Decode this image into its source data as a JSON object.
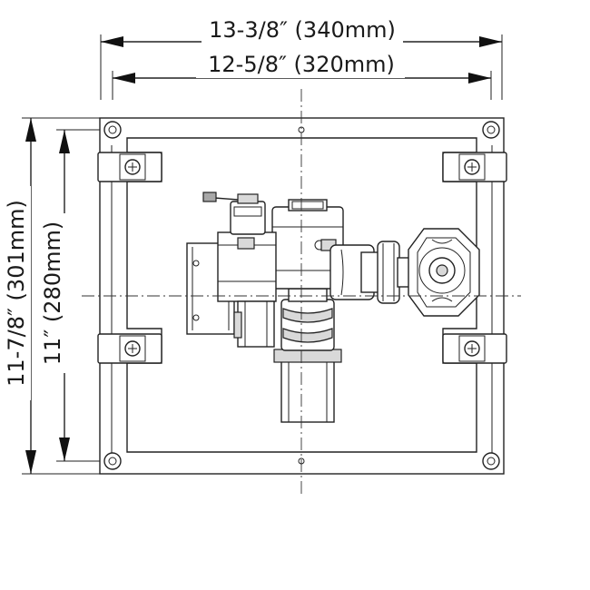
{
  "dimensions": {
    "outer_width": "13-3/8″ (340mm)",
    "inner_width": "12-5/8″ (320mm)",
    "outer_height": "11-7/8″ (301mm)",
    "inner_height": "11″ (280mm)"
  },
  "colors": {
    "line": "#222222",
    "shade": "#d9d9d9",
    "dark_shade": "#a8a8a8",
    "background": "#ffffff"
  }
}
